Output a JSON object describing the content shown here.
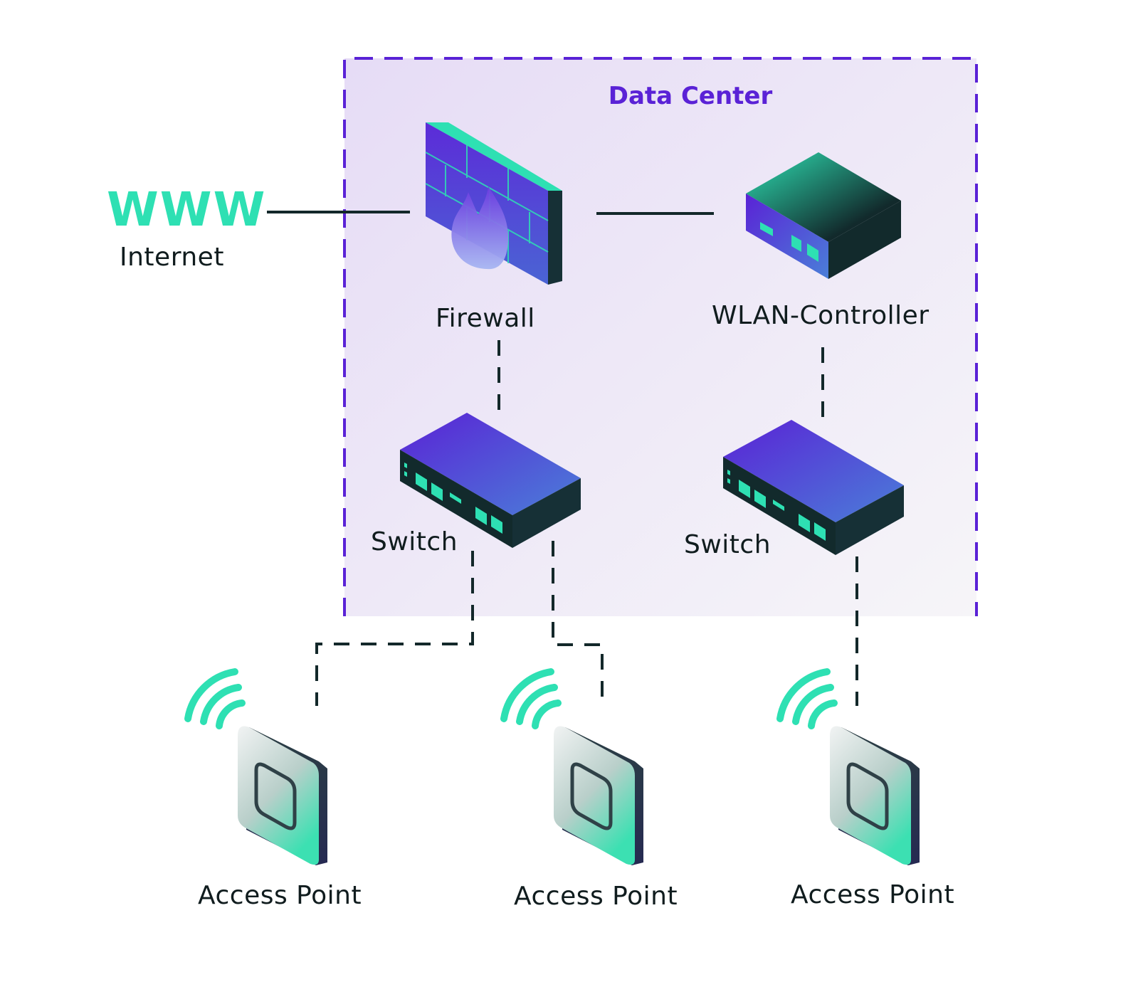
{
  "data_center": {
    "title": "Data Center"
  },
  "internet": {
    "www": "WWW",
    "label": "Internet"
  },
  "nodes": {
    "firewall": "Firewall",
    "wlan_controller": "WLAN-Controller",
    "switch_left": "Switch",
    "switch_right": "Switch",
    "ap_1": "Access Point",
    "ap_2": "Access Point",
    "ap_3": "Access Point"
  },
  "colors": {
    "accent_purple": "#5a22d6",
    "accent_mint": "#2ee0b3",
    "line_dark": "#13282a"
  }
}
